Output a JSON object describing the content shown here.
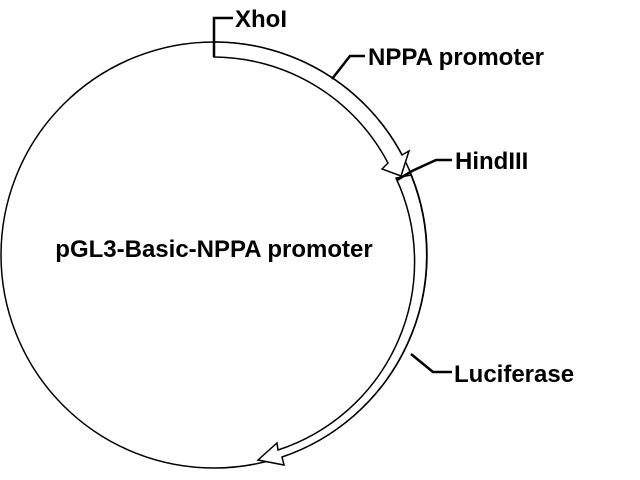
{
  "diagram": {
    "plasmid_name": "pGL3-Basic-NPPA promoter",
    "features": {
      "xhoi": "XhoI",
      "nppa_promoter": "NPPA promoter",
      "hindiii": "HindIII",
      "luciferase": "Luciferase"
    },
    "colors": {
      "line": "#000000",
      "background": "#ffffff"
    }
  }
}
